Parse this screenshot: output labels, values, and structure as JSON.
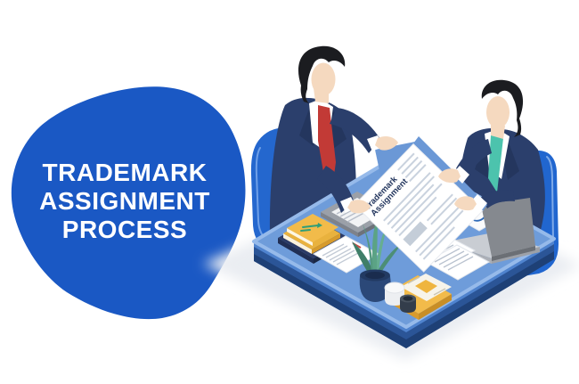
{
  "title_block": {
    "line1": "TRADEMARK",
    "line2": "ASSIGNMENT",
    "line3": "PROCESS",
    "text_color": "#FFFFFF",
    "blob_color": "#1A58C4"
  },
  "illustration": {
    "document": {
      "title_line1": "Trademark",
      "title_line2": "Assignment"
    },
    "colors": {
      "suit_navy": "#2B3F6C",
      "skin": "#F5D9BF",
      "hair": "#1B1C20",
      "tie_left": "#C23A36",
      "tie_right": "#4CC3AD",
      "chair_blue": "#2166CF",
      "table_top": "#6E9CDA",
      "table_side": "#2B5597",
      "accent_yellow": "#F2BB4A",
      "plant_green": "#54997F",
      "paper_white": "#FFFFFF",
      "backing_sheet_blue": "#6B98D6"
    }
  }
}
